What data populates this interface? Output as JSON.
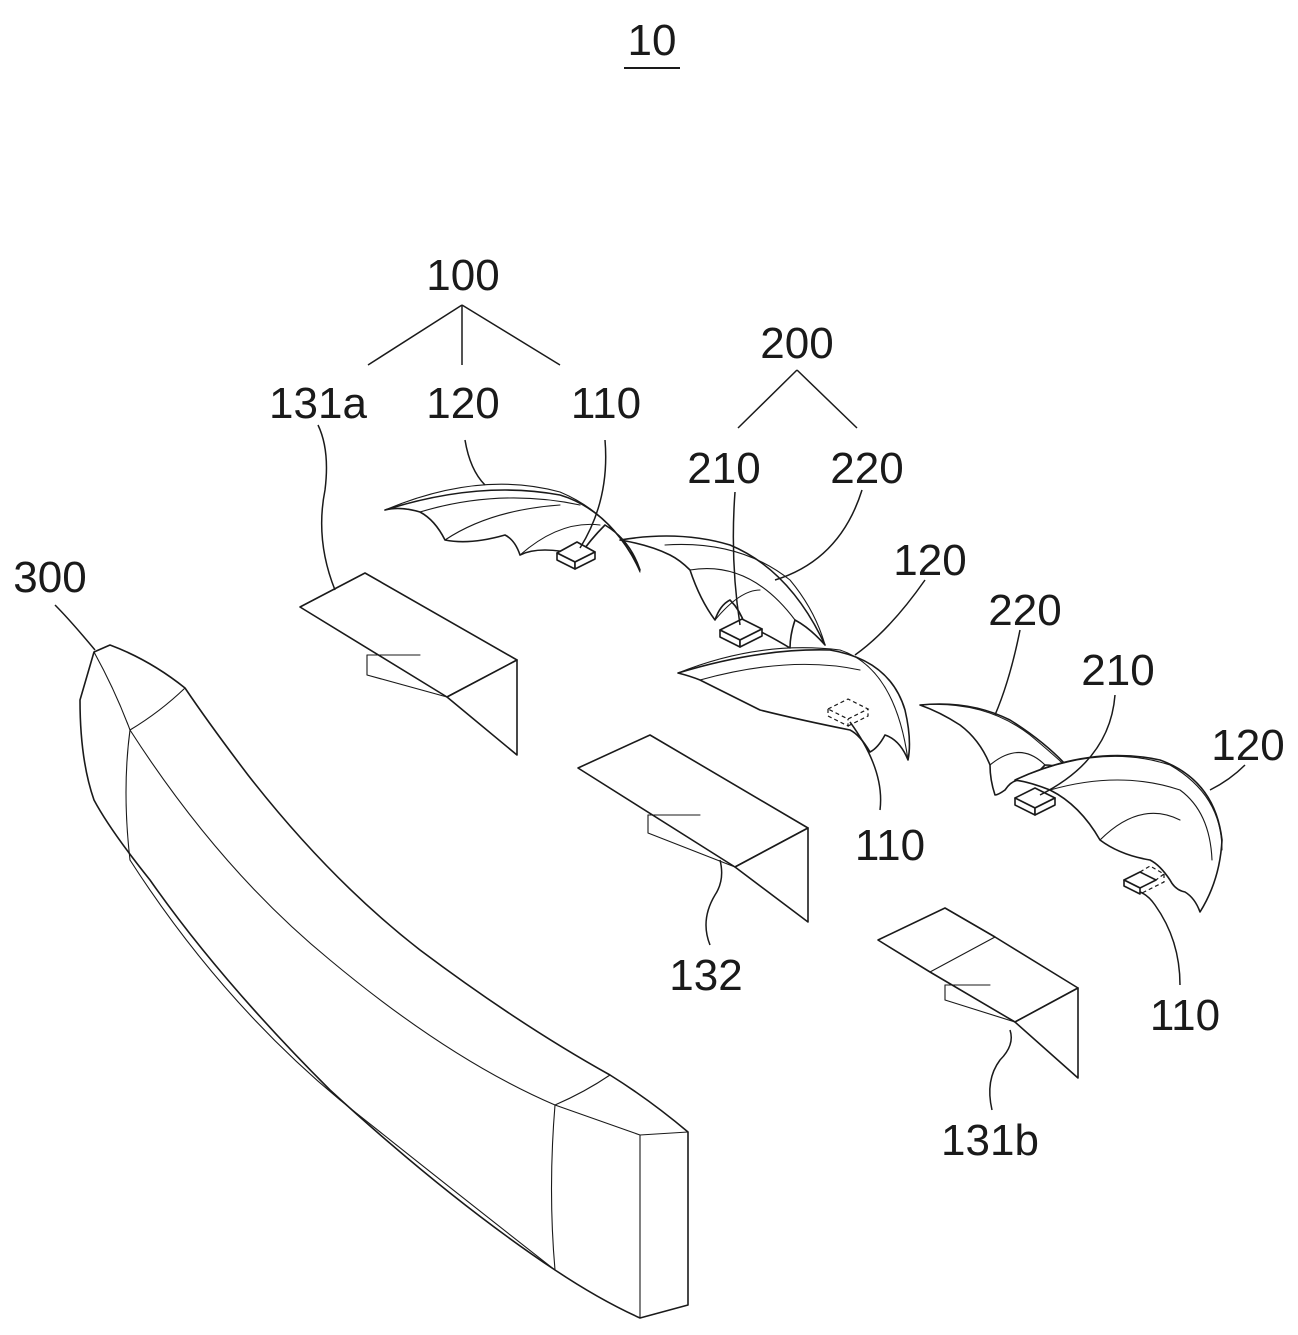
{
  "figure": {
    "number": "10",
    "labels": {
      "assembly_100": "100",
      "assembly_200": "200",
      "label_131a": "131a",
      "label_120_top": "120",
      "label_110_top": "110",
      "label_210_top": "210",
      "label_220_top": "220",
      "label_120_mid": "120",
      "label_220_right": "220",
      "label_210_right": "210",
      "label_120_right": "120",
      "label_300": "300",
      "label_110_mid": "110",
      "label_132": "132",
      "label_110_right": "110",
      "label_131b": "131b"
    }
  }
}
